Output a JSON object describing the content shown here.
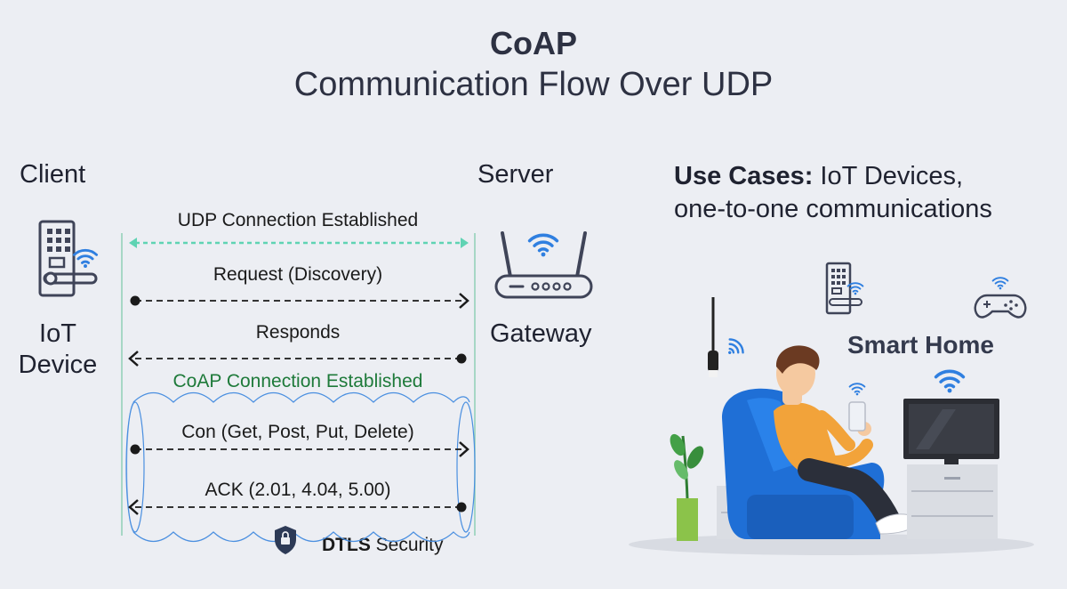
{
  "header": {
    "title": "CoAP",
    "subtitle": "Communication Flow Over UDP"
  },
  "client": {
    "role": "Client",
    "device_line1": "IoT",
    "device_line2": "Device"
  },
  "server": {
    "role": "Server",
    "device": "Gateway"
  },
  "messages": {
    "udp": "UDP Connection Established",
    "request": "Request (Discovery)",
    "responds": "Responds",
    "coap": "CoAP Connection Established",
    "con": "Con (Get, Post, Put, Delete)",
    "ack": "ACK (2.01, 4.04, 5.00)"
  },
  "security": {
    "bold": "DTLS",
    "rest": " Security"
  },
  "use_cases": {
    "label": "Use Cases:",
    "line1_rest": " IoT Devices,",
    "line2": "one-to-one communications"
  },
  "illustration": {
    "label": "Smart Home"
  },
  "colors": {
    "background": "#eceef3",
    "accent_blue": "#2f7fe0",
    "udp_line": "#5fd3b3",
    "coap_green": "#1e7a3a",
    "tunnel": "#4a8fe0"
  }
}
